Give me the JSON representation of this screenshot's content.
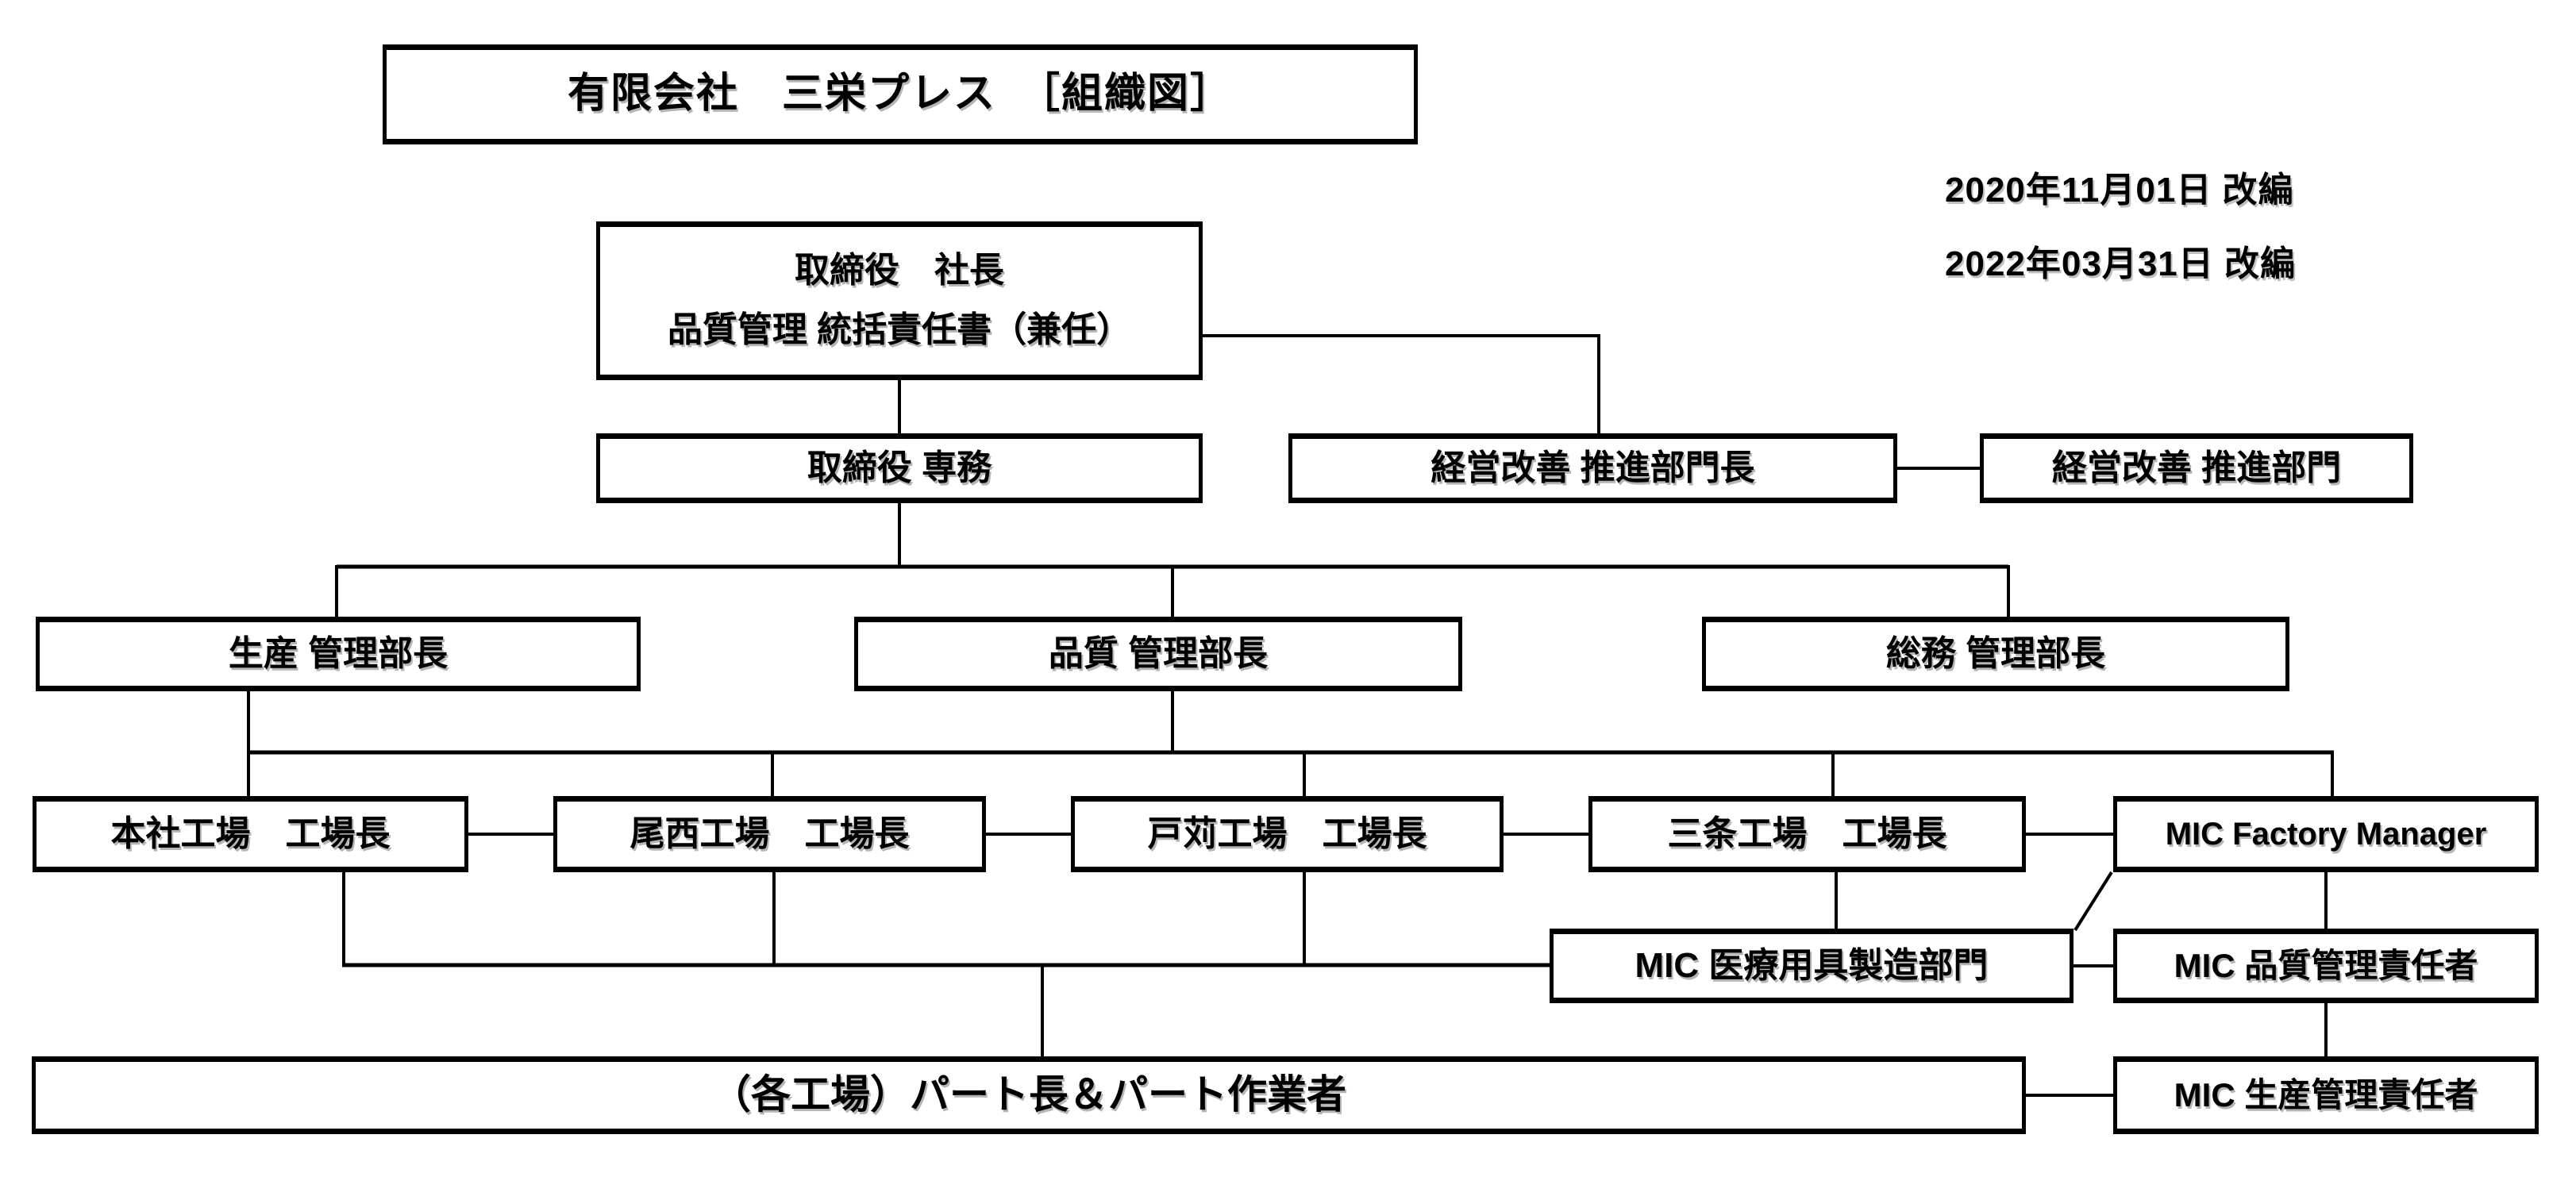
{
  "page": {
    "title": "有限会社　三栄プレス　［組織図］",
    "revisions": [
      "2020年11月01日 改編",
      "2022年03月31日 改編"
    ]
  },
  "nodes": {
    "president_line1": "取締役　社長",
    "president_line2": "品質管理 統括責任書（兼任）",
    "senmu": "取締役 専務",
    "keiei_leader": "経営改善 推進部門長",
    "keiei_dept": "経営改善 推進部門",
    "seisan": "生産 管理部長",
    "hinshitsu": "品質 管理部長",
    "somu": "総務 管理部長",
    "honsha": "本社工場　工場長",
    "bisai": "尾西工場　工場長",
    "togari": "戸苅工場　工場長",
    "sanjo": "三条工場　工場長",
    "mic_factory_manager": "MIC Factory Manager",
    "mic_medical": "MIC 医療用具製造部門",
    "mic_quality": "MIC 品質管理責任者",
    "part_workers": "（各工場）パート長＆パート作業者",
    "mic_production": "MIC 生産管理責任者"
  }
}
